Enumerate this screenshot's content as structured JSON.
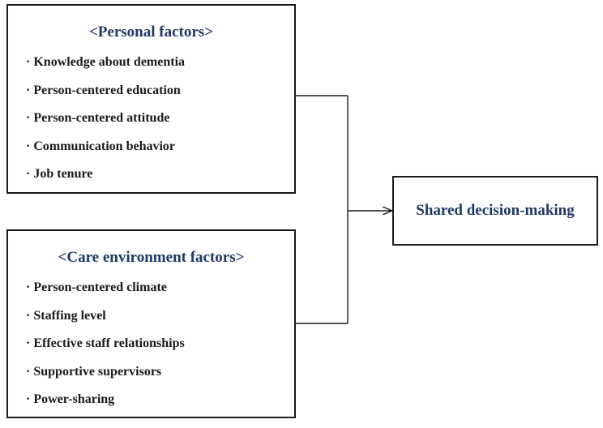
{
  "diagram": {
    "personal": {
      "title": "<Personal factors>",
      "items": [
        "Knowledge about dementia",
        "Person-centered education",
        "Person-centered attitude",
        "Communication behavior",
        "Job tenure"
      ]
    },
    "care_environment": {
      "title": "<Care environment factors>",
      "items": [
        "Person-centered climate",
        "Staffing level",
        "Effective staff relationships",
        "Supportive supervisors",
        "Power-sharing"
      ]
    },
    "outcome": {
      "label": "Shared decision-making"
    },
    "bullet_char": "·",
    "colors": {
      "title_text": "#1f3864",
      "item_text": "#1a1a1a",
      "border": "#1a1a1a"
    }
  }
}
